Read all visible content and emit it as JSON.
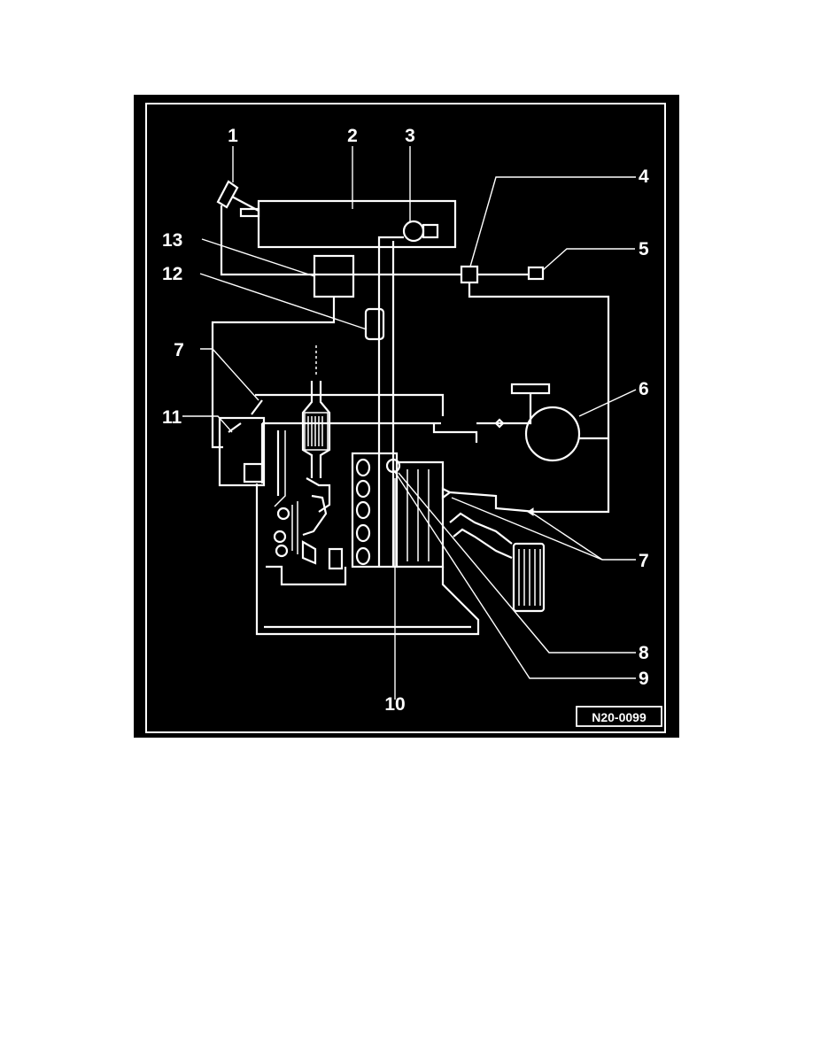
{
  "figure": {
    "callouts": [
      "1",
      "2",
      "3",
      "4",
      "5",
      "6",
      "7",
      "7",
      "8",
      "9",
      "10",
      "11",
      "12",
      "13"
    ],
    "figure_code": "N20-0099"
  },
  "colors": {
    "background": "#000000",
    "lines": "#ffffff",
    "page": "#ffffff"
  }
}
